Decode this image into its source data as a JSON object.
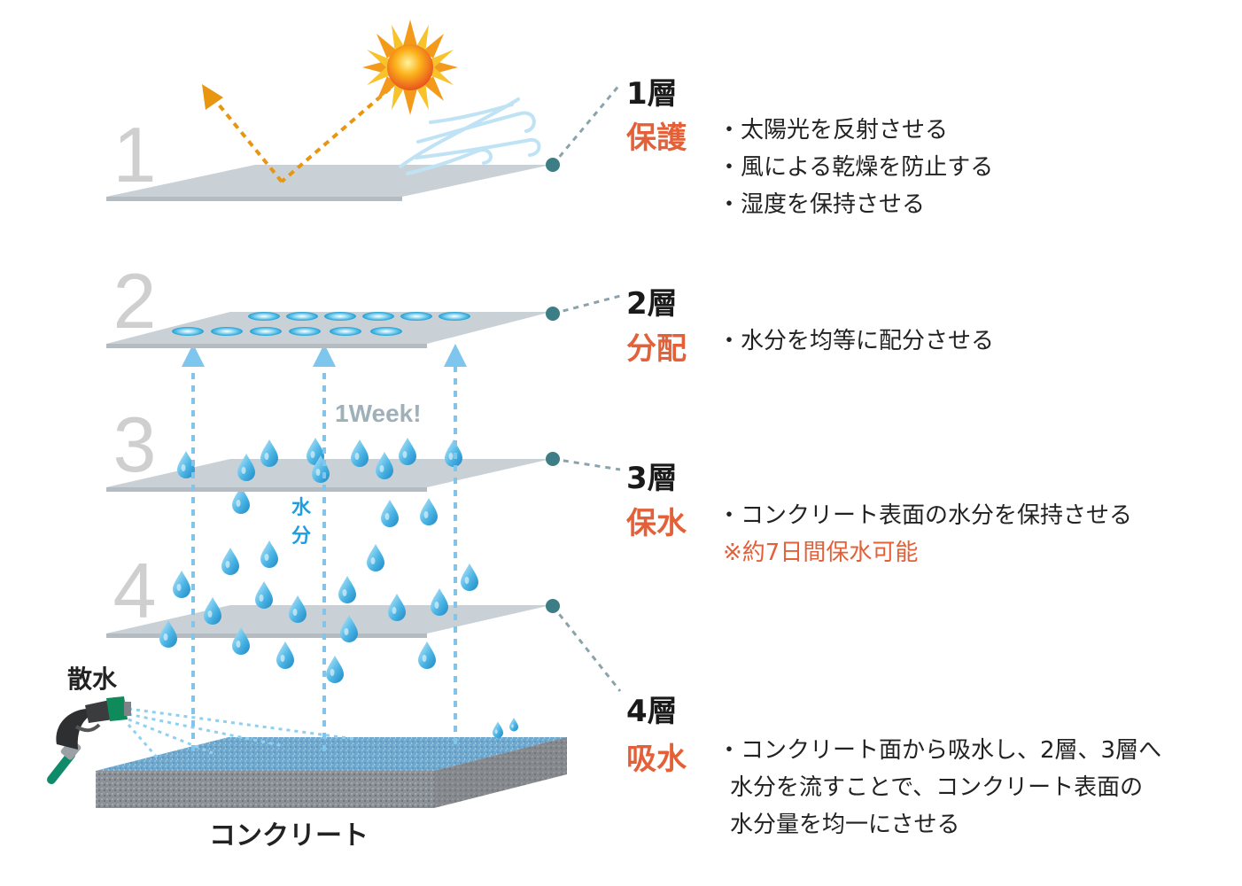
{
  "layers": [
    {
      "num": "1",
      "title": "1層",
      "role": "保護",
      "bullets": [
        "・太陽光を反射させる",
        "・風による乾燥を防止する",
        "・湿度を保持させる"
      ],
      "note": ""
    },
    {
      "num": "2",
      "title": "2層",
      "role": "分配",
      "bullets": [
        "・水分を均等に配分させる"
      ],
      "note": ""
    },
    {
      "num": "3",
      "title": "3層",
      "role": "保水",
      "bullets": [
        "・コンクリート表面の水分を保持させる"
      ],
      "note": "※約7日間保水可能"
    },
    {
      "num": "4",
      "title": "4層",
      "role": "吸水",
      "bullets": [
        "・コンクリート面から吸水し、2層、3層へ",
        "水分を流すことで、コンクリート表面の",
        "水分量を均一にさせる"
      ],
      "note": ""
    }
  ],
  "labels": {
    "week": "1Week!",
    "moisture_1": "水",
    "moisture_2": "分",
    "spray": "散水",
    "concrete": "コンクリート"
  },
  "colors": {
    "accent": "#e36038",
    "plate": "#c9d1d6",
    "dot": "#3d7d86",
    "leader": "#8aa3ab",
    "water": "#7ec6ee",
    "arrow_orange": "#e8960f",
    "numeral": "#cfcfcf"
  },
  "icons": [
    "sun-icon",
    "wind-icon",
    "water-drop-icon",
    "hose-nozzle-icon"
  ]
}
